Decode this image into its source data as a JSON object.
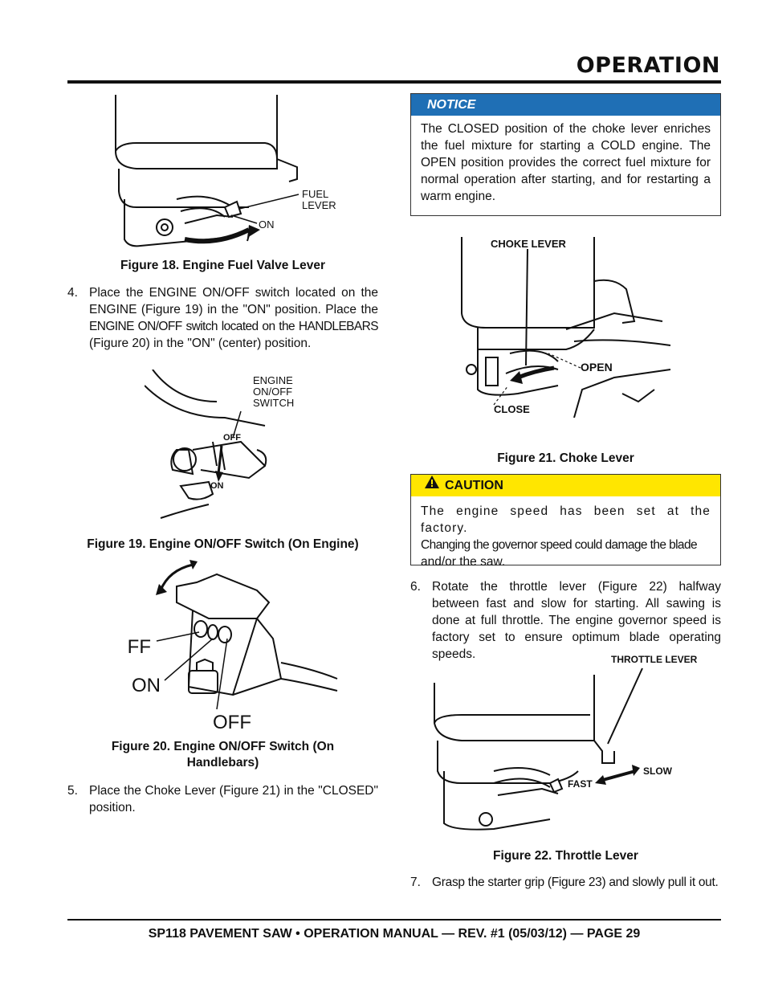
{
  "header": {
    "section_title": "OPERATION"
  },
  "figures": {
    "fig18": {
      "caption": "Figure 18. Engine Fuel Valve Lever",
      "labels": {
        "fuel_lever": "FUEL\nLEVER",
        "on": "ON"
      }
    },
    "fig19": {
      "caption": "Figure 19. Engine ON/OFF Switch (On Engine)",
      "labels": {
        "engine_switch": "ENGINE\nON/OFF\nSWITCH",
        "off": "OFF",
        "on": "ON"
      }
    },
    "fig20": {
      "caption_line1": "Figure 20. Engine ON/OFF Switch (On",
      "caption_line2": "Handlebars)",
      "labels": {
        "off_top": "OFF",
        "on": "ON",
        "off_bottom": "OFF"
      }
    },
    "fig21": {
      "caption": "Figure 21. Choke Lever",
      "labels": {
        "choke_lever": "CHOKE LEVER",
        "open": "OPEN",
        "close": "CLOSE"
      }
    },
    "fig22": {
      "caption": "Figure 22. Throttle Lever",
      "labels": {
        "throttle_lever": "THROTTLE LEVER",
        "fast": "FAST",
        "slow": "SLOW"
      }
    }
  },
  "steps": {
    "s4": {
      "num": "4.",
      "part1": "Place the ENGINE ON/OFF switch located on the ENGINE (Figure 19) in the \"ON\" position.  Place the",
      "part2": "ENGINE ON/OFF switch located on the HANDLEBARS",
      "part3": "(Figure 20) in the \"ON\" (center) position."
    },
    "s5": {
      "num": "5.",
      "text": "Place the Choke Lever (Figure 21) in the \"CLOSED\" position."
    },
    "s6": {
      "num": "6.",
      "text": "Rotate the throttle lever (Figure 22) halfway between fast and slow for starting.  All sawing is done at full throttle.  The engine governor speed is factory set to ensure optimum blade operating speeds."
    },
    "s7": {
      "num": "7.",
      "text": "Grasp the starter grip (Figure 23) and slowly pull it out."
    }
  },
  "notice": {
    "title": "NOTICE",
    "text": "The CLOSED position of the choke lever enriches the fuel mixture for starting a COLD engine. The OPEN position provides the correct fuel mixture for normal operation after starting, and for restarting a warm engine."
  },
  "caution": {
    "title": "CAUTION",
    "line1": "The engine speed has been set at the factory.",
    "line2": "Changing the governor speed could damage the blade",
    "line3": "and/or the saw."
  },
  "footer": {
    "text": "SP118 PAVEMENT SAW • OPERATION MANUAL — REV. #1 (05/03/12) — PAGE 29"
  },
  "colors": {
    "notice_bar": "#1f6fb5",
    "caution_bar": "#ffe600",
    "rule": "#111111"
  }
}
